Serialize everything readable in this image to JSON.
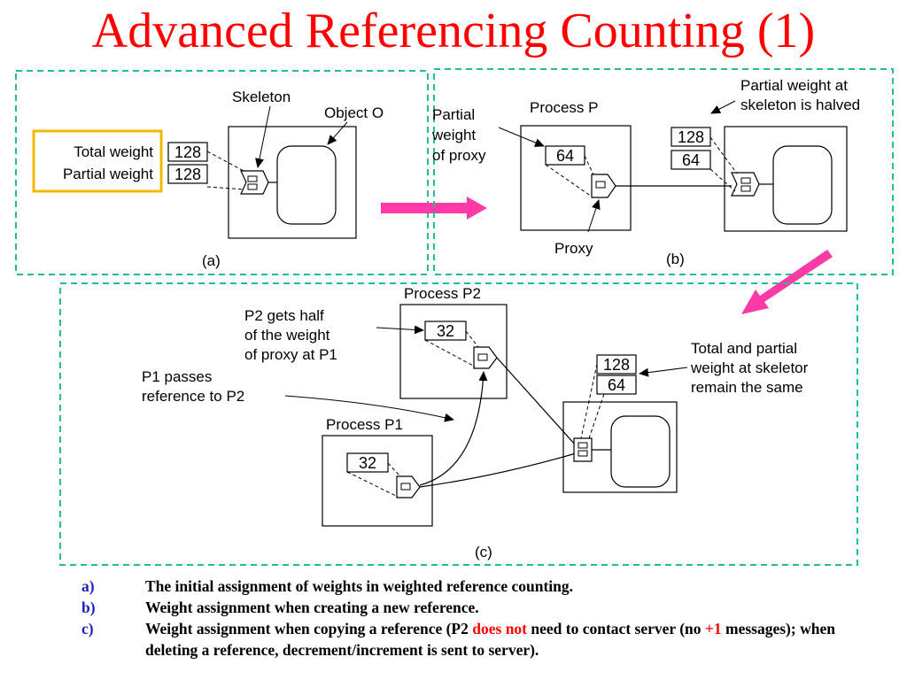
{
  "title": "Advanced Referencing Counting (1)",
  "colors": {
    "title": "#ff0000",
    "panel_border": "#1fbf8f",
    "highlight_box": "#f2b800",
    "arrow": "#ff3aa6",
    "caption_letter": "#1f1fbf"
  },
  "panel_a": {
    "skeleton_label": "Skeleton",
    "object_label": "Object O",
    "total_weight_label": "Total weight",
    "partial_weight_label": "Partial weight",
    "total_weight_value": "128",
    "partial_weight_value": "128",
    "caption": "(a)"
  },
  "panel_b": {
    "partial_weight_proxy_line1": "Partial",
    "partial_weight_proxy_line2": "weight",
    "partial_weight_proxy_line3": "of proxy",
    "process_label": "Process P",
    "proxy_weight_value": "64",
    "proxy_label": "Proxy",
    "skeleton_note_line1": "Partial weight at",
    "skeleton_note_line2": "skeleton is halved",
    "skeleton_total_value": "128",
    "skeleton_partial_value": "64",
    "caption": "(b)"
  },
  "panel_c": {
    "process_p2_label": "Process P2",
    "p2_note_line1": "P2 gets half",
    "p2_note_line2": "of the weight",
    "p2_note_line3": "of proxy at P1",
    "p2_weight_value": "32",
    "p1_passes_line1": "P1 passes",
    "p1_passes_line2": "reference to P2",
    "process_p1_label": "Process P1",
    "p1_weight_value": "32",
    "skeleton_total_value": "128",
    "skeleton_partial_value": "64",
    "skeleton_note_line1": "Total and partial",
    "skeleton_note_line2": "weight at skeletor",
    "skeleton_note_line3": "remain the same",
    "caption": "(c)"
  },
  "captions": [
    {
      "letter": "a)",
      "text": "The initial assignment of weights in weighted reference counting."
    },
    {
      "letter": "b)",
      "text": "Weight assignment when creating a new reference."
    },
    {
      "letter": "c)",
      "text_before": "Weight assignment when copying a reference (P2 ",
      "text_emphasis": "does not",
      "text_middle": " need to contact server (no ",
      "text_plus": "+1",
      "text_after": " messages); when deleting a reference, decrement/increment is sent to server)."
    }
  ]
}
